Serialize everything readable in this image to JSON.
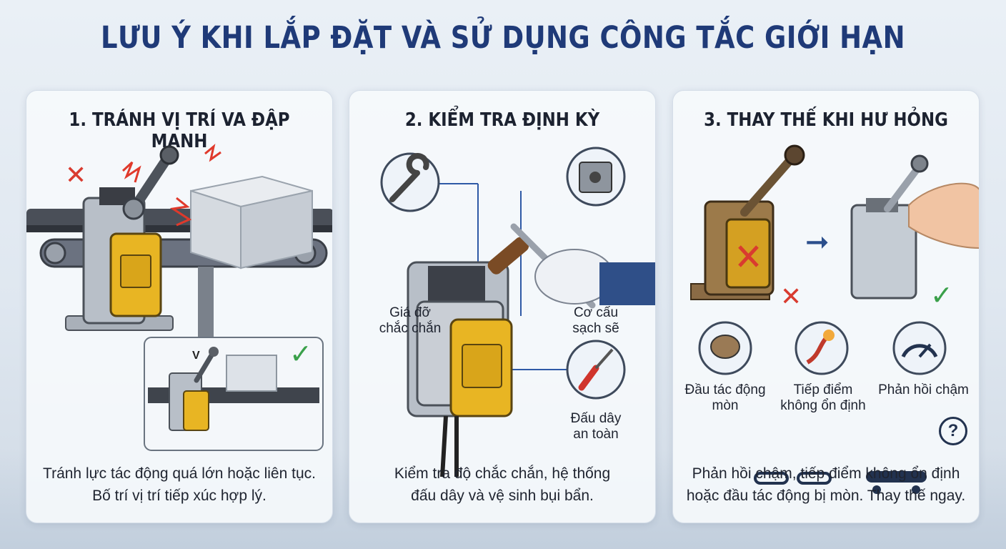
{
  "title": "LƯU Ý KHI LẮP ĐẶT VÀ SỬ DỤNG CÔNG TẮC GIỚI HẠN",
  "panels": [
    {
      "heading": "1. TRÁNH VỊ TRÍ VA ĐẬP MẠNH",
      "inset_mark": "V",
      "caption_line1": "Tránh lực tác động quá lớn hoặc liên tục.",
      "caption_line2": "Bố trí vị trí tiếp xúc hợp lý."
    },
    {
      "heading": "2. KIỂM TRA ĐỊNH KỲ",
      "labels": {
        "bracket": [
          "Giá đỡ",
          "chắc chắn"
        ],
        "mechanism": [
          "Cơ cấu",
          "sạch sẽ"
        ],
        "wiring": [
          "Đấu dây",
          "an toàn"
        ]
      },
      "caption_line1": "Kiểm tra độ chắc chắn, hệ thống",
      "caption_line2": "đấu dây và vệ sinh bụi bẩn."
    },
    {
      "heading": "3. THAY THẾ KHI HƯ HỎNG",
      "labels": {
        "worn_actuator": [
          "Đầu tác động",
          "mòn"
        ],
        "unstable_contact": [
          "Tiếp điểm",
          "không ổn định"
        ],
        "slow_response": "Phản hồi chậm",
        "unknown": "?"
      },
      "caption_line1": "Phản hồi chậm, tiếp điểm không ổn định",
      "caption_line2": "hoặc đầu tác động bị mòn. Thay thế ngay."
    }
  ],
  "marks": {
    "wrong": "✕",
    "right": "✓",
    "arrow": "➞"
  },
  "colors": {
    "title": "#1f3a78",
    "wrong": "#d93b2f",
    "right": "#3aa04a",
    "switch_yellow": "#e8b523"
  },
  "icons": [
    "impact-burst-icon",
    "wrench-icon",
    "clean-mechanism-icon",
    "screwdriver-icon",
    "worn-roller-icon",
    "spark-wire-icon",
    "gauge-icon",
    "broken-link-icon",
    "conveyor-alert-icon",
    "question-icon"
  ]
}
